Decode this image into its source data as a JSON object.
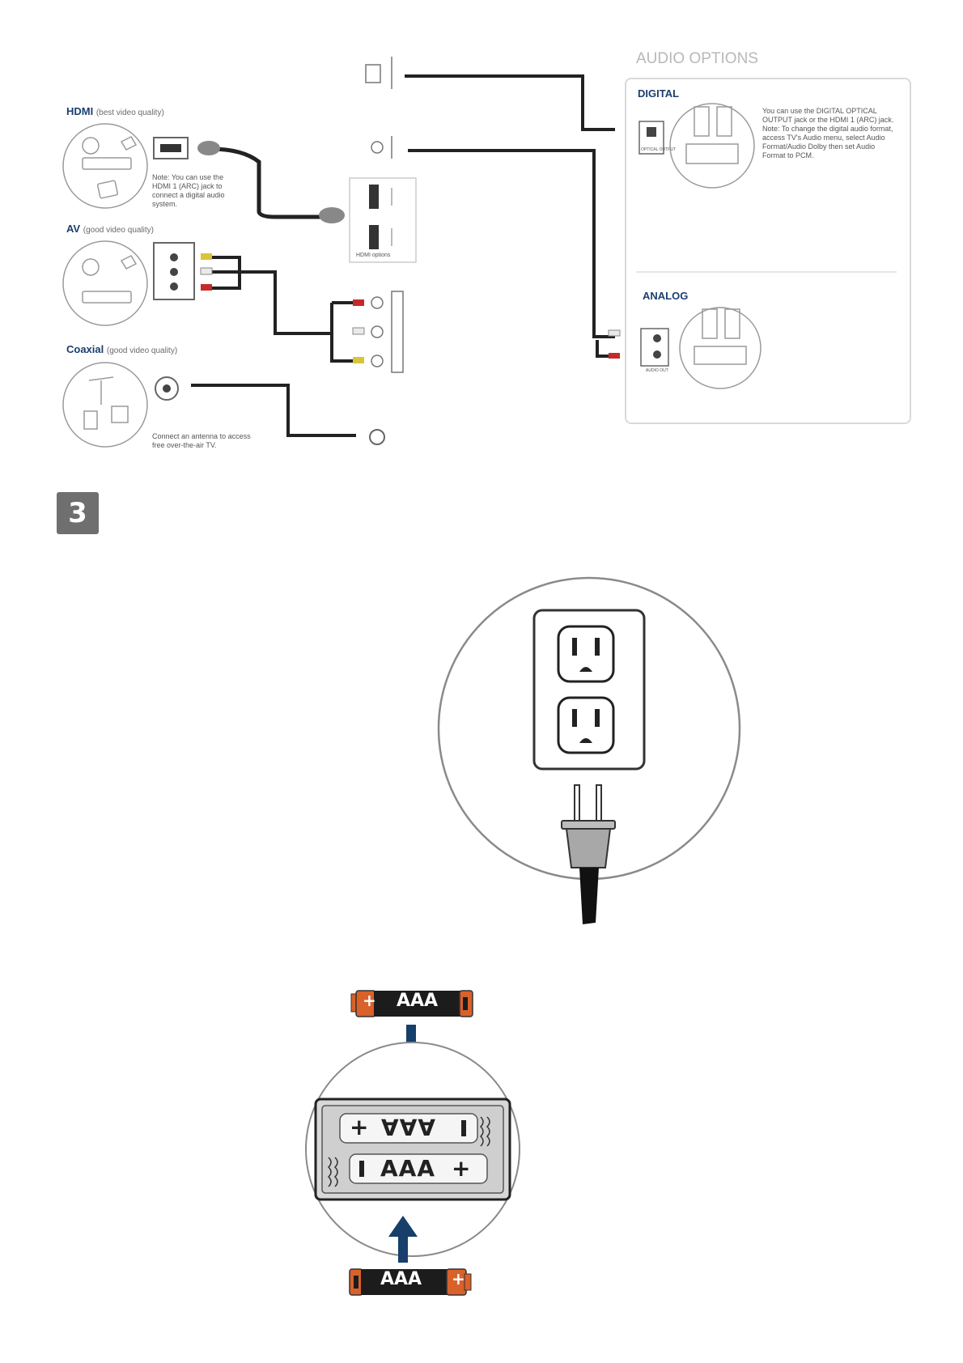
{
  "connections": {
    "hdmi": {
      "title": "HDMI",
      "quality": "(best video quality)",
      "note": "Note: You can use the HDMI 1 (ARC) jack to connect a digital audio system."
    },
    "av": {
      "title": "AV",
      "quality": "(good video quality)"
    },
    "coaxial": {
      "title": "Coaxial",
      "quality": "(good video quality)",
      "note": "Connect an antenna to access free over-the-air TV."
    },
    "hdmi_panel_label": "HDMI options",
    "audio_options": {
      "title": "AUDIO OPTIONS",
      "digital": {
        "title": "DIGITAL",
        "port_label": "OPTICAL OUTPUT",
        "text": "You can use the DIGITAL OPTICAL OUTPUT jack or the HDMI 1 (ARC) jack. Note: To change the digital audio format, access TV's Audio menu, select Audio Format/Audio Dolby then set Audio Format to PCM."
      },
      "analog": {
        "title": "ANALOG",
        "port_label": "AUDIO OUT"
      }
    }
  },
  "step": {
    "number": "3"
  },
  "batteries": {
    "top_battery": {
      "label": "AAA",
      "sign": "+"
    },
    "bottom_battery": {
      "label": "AAA",
      "sign": "+"
    },
    "compartment_top": {
      "label": "AAA",
      "plus": "+"
    },
    "compartment_bottom": {
      "label": "AAA",
      "plus": "+"
    }
  },
  "colors": {
    "step_badge": "#6f6f6f",
    "battery_body": "#1c1c1c",
    "battery_cap": "#d9612a",
    "arrow": "#163f6b",
    "audio_title": "#b8b8b8",
    "heading": "#1b3f70"
  }
}
